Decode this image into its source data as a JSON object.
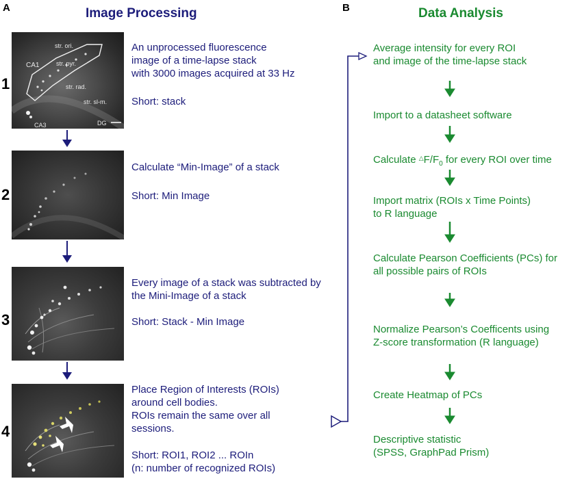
{
  "panels": {
    "a": {
      "letter": "A",
      "title": "Image Processing"
    },
    "b": {
      "letter": "B",
      "title": "Data Analysis"
    }
  },
  "image_labels": {
    "ca1": "CA1",
    "str_ori": "str. ori.",
    "str_pyr": "str. pyr.",
    "str_rad": "str. rad.",
    "str_slm": "str. sl-m.",
    "ca3": "CA3",
    "dg": "DG"
  },
  "steps": [
    {
      "number": "1",
      "text": "An unprocessed fluorescence\nimage of a time-lapse stack\nwith 3000 images acquired at 33 Hz",
      "short": "Short: stack"
    },
    {
      "number": "2",
      "text": "Calculate “Min-Image” of a stack",
      "short": "Short: Min Image"
    },
    {
      "number": "3",
      "text": "Every image of a stack was subtracted by\nthe Mini-Image of a stack",
      "short": "Short: Stack - Min Image"
    },
    {
      "number": "4",
      "text": "Place Region of Interests (ROIs)\naround cell bodies.\nROIs remain the same over all\nsessions.",
      "short": "Short: ROI1, ROI2 ... ROIn\n(n: number of recognized ROIs)"
    }
  ],
  "analysis_steps": [
    "Average intensity for every ROI\nand image of the time-lapse stack",
    "Import to a datasheet software",
    "Calculate ",
    "Import matrix (ROIs x Time Points)\nto R language",
    "Calculate Pearson Coefficients (PCs) for\nall possible pairs of ROIs",
    "Normalize Pearson’s Coefficents using\nZ-score transformation (R language)",
    "Create Heatmap of PCs",
    "Descriptive statistic\n(SPSS, GraphPad Prism)"
  ],
  "analysis_formula": {
    "delta": "△",
    "f": "F/F",
    "sub": "0",
    "rest": " for every ROI over time"
  },
  "colors": {
    "blue": "#1c1c7a",
    "green": "#1a8a30"
  }
}
